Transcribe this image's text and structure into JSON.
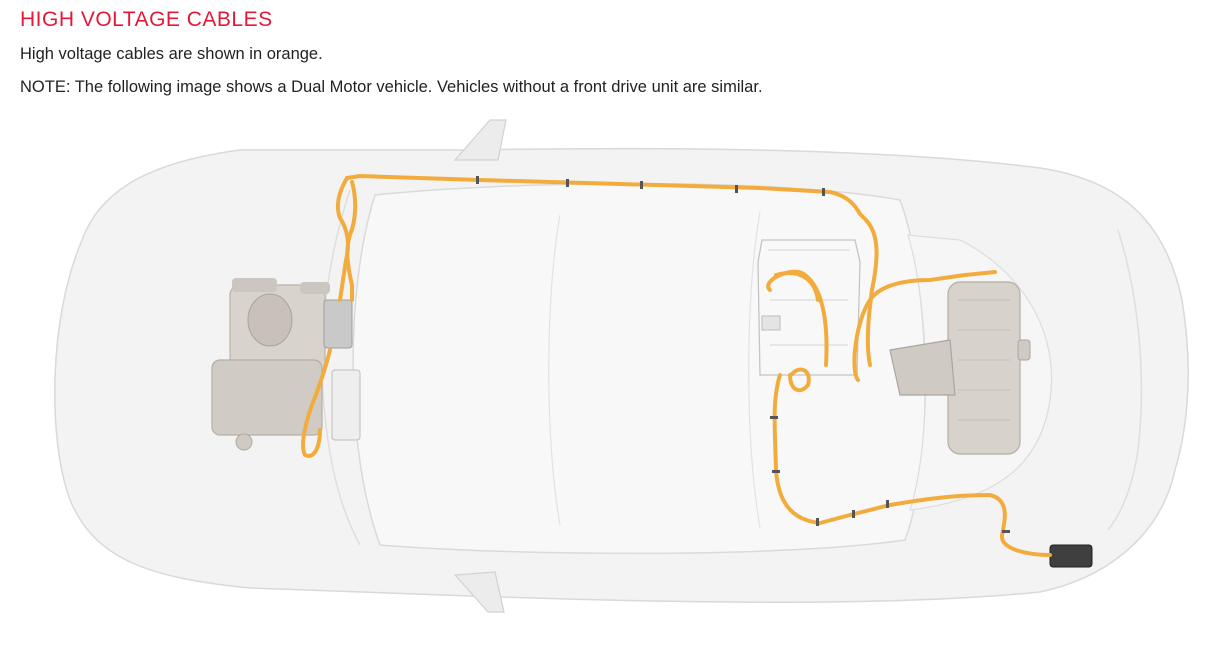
{
  "header": {
    "title": "HIGH VOLTAGE CABLES",
    "title_color": "#e31937"
  },
  "body": {
    "paragraph_1": "High voltage cables are shown in orange.",
    "paragraph_2": "NOTE: The following image shows a Dual Motor vehicle. Vehicles without a front drive unit are similar."
  },
  "diagram": {
    "subject": "top-down-vehicle-high-voltage-cable-routing",
    "cable_color": "#f2ac3d",
    "body_color": "#f2f2f2",
    "component_color": "#cfcac3"
  }
}
